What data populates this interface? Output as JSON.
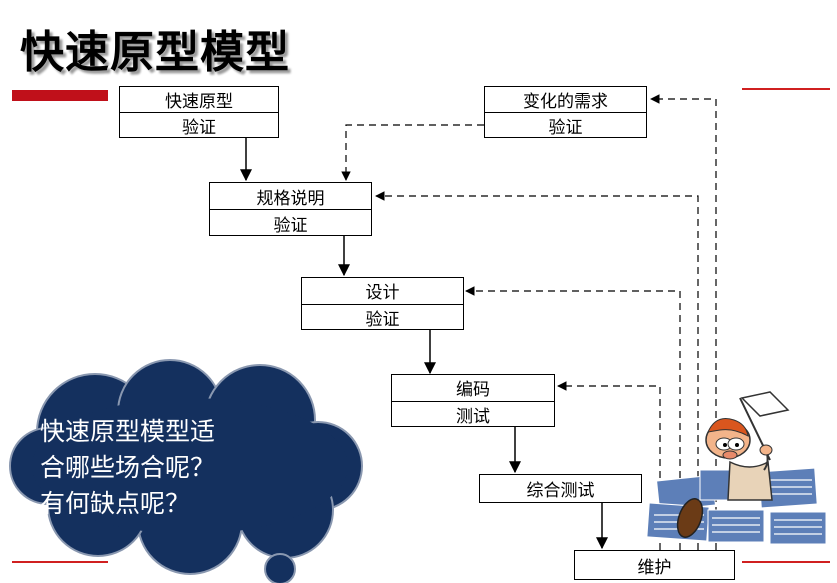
{
  "slide": {
    "title": "快速原型模型"
  },
  "boxes": {
    "prototype": {
      "top": "快速原型",
      "bottom": "验证"
    },
    "changing_requirements": {
      "top": "变化的需求",
      "bottom": "验证"
    },
    "specification": {
      "top": "规格说明",
      "bottom": "验证"
    },
    "design": {
      "top": "设计",
      "bottom": "验证"
    },
    "coding": {
      "top": "编码",
      "bottom": "测试"
    },
    "integration": {
      "label": "综合测试"
    },
    "maintenance": {
      "label": "维护"
    }
  },
  "callout": {
    "line1": "快速原型模型适",
    "line2": "合哪些场合呢？",
    "line3": " 有何缺点呢？"
  },
  "colors": {
    "accent_red": "#c0101a",
    "cloud_fill": "#14305e",
    "cloud_stroke": "#7f8fa8"
  },
  "icons": [
    "thought-cloud",
    "cartoon-man-with-flag-and-papers"
  ]
}
